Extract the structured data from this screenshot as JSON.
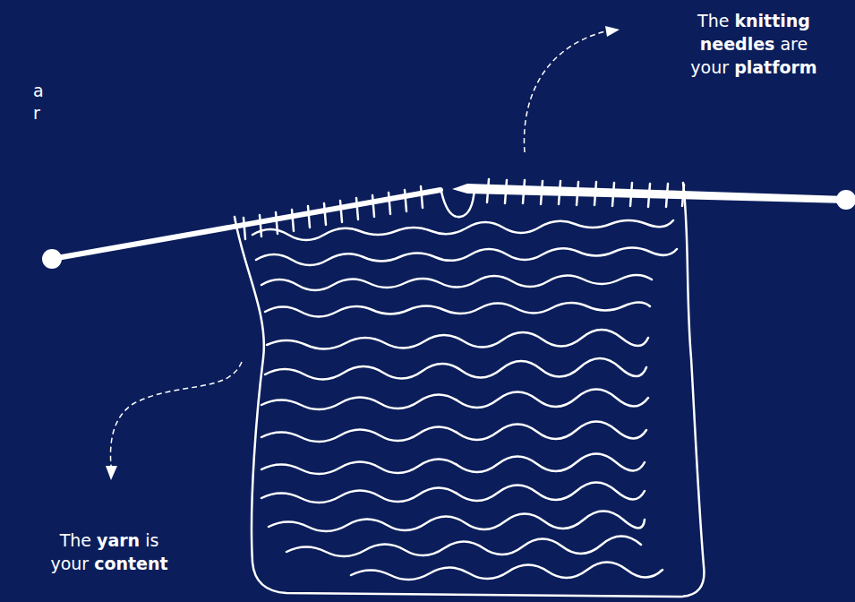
{
  "diagram": {
    "labels": [
      "a",
      "r",
      "The knitting needles are your platform",
      "The yarn is your content"
    ]
  }
}
